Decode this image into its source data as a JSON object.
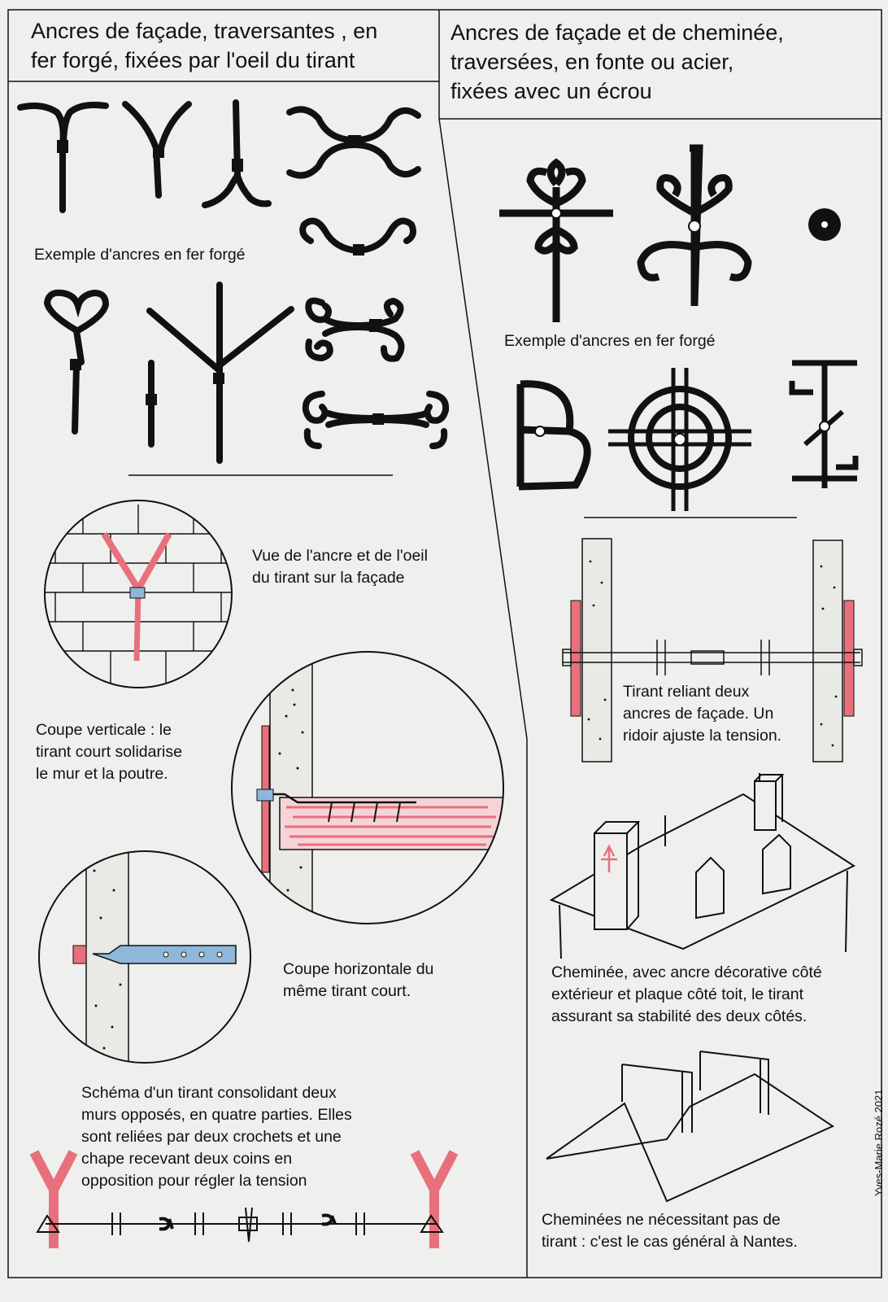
{
  "left_title": "Ancres de façade, traversantes , en\nfer forgé, fixées par l'oeil du tirant",
  "right_title": "Ancres de façade et de cheminée,\ntraversées, en fonte ou acier,\nfixées avec un écrou",
  "left_examples_caption": "Exemple d'ancres en fer forgé",
  "right_examples_caption": "Exemple d'ancres en fer forgé",
  "facade_view_caption": "Vue de l'ancre et de l'oeil\ndu tirant sur la façade",
  "vertical_section_caption": "Coupe verticale : le\ntirant court solidarise\nle mur et la poutre.",
  "horizontal_section_caption": "Coupe horizontale du\nmême tirant court.",
  "four_part_tie_caption": "Schéma  d'un tirant  consolidant deux\nmurs opposés, en quatre parties. Elles\nsont  reliées  par deux crochets et une\nchape  recevant deux coins en\nopposition pour régler la tension",
  "turnbuckle_caption": "Tirant reliant deux\nancres de façade. Un\nridoir ajuste  la tension.",
  "chimney_caption": "Cheminée, avec  ancre décorative côté\nextérieur et  plaque côté toit, le tirant\nassurant sa stabilité des deux côtés.",
  "no_tie_caption": "Cheminées ne nécessitant pas de\ntirant : c'est le cas général à Nantes.",
  "signature": "Yves-Marie Rozé 2021",
  "colors": {
    "iron": "#111111",
    "red": "#e8707c",
    "blue": "#8fb7dc",
    "stone": "#e9e9e6",
    "paper": "#efefed"
  }
}
